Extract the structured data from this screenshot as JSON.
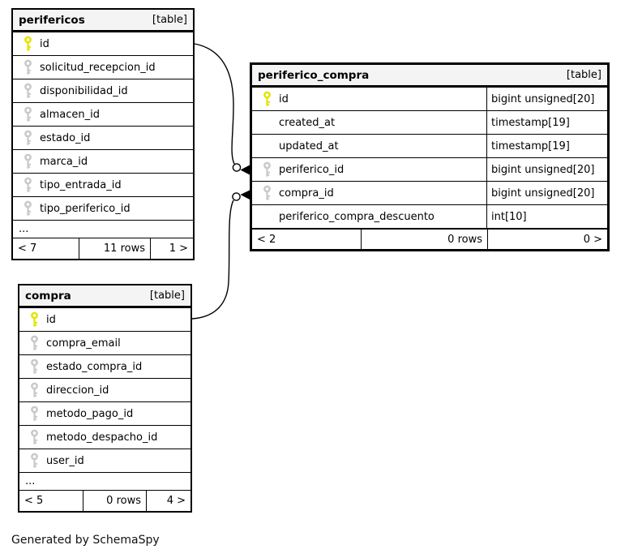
{
  "diagram": {
    "generated_note": "Generated by SchemaSpy",
    "colors": {
      "primary_key": "#e4e400",
      "foreign_key": "#c9c9c9",
      "header_bg": "#f4f4f4",
      "border": "#000000"
    },
    "icons": {
      "primary_key": "yellow-key-icon",
      "foreign_key": "gray-key-icon"
    }
  },
  "tables": {
    "perifericos": {
      "title": "perifericos",
      "badge": "[table]",
      "columns": [
        {
          "name": "id",
          "key": "primary"
        },
        {
          "name": "solicitud_recepcion_id",
          "key": "foreign"
        },
        {
          "name": "disponibilidad_id",
          "key": "foreign"
        },
        {
          "name": "almacen_id",
          "key": "foreign"
        },
        {
          "name": "estado_id",
          "key": "foreign"
        },
        {
          "name": "marca_id",
          "key": "foreign"
        },
        {
          "name": "tipo_entrada_id",
          "key": "foreign"
        },
        {
          "name": "tipo_periferico_id",
          "key": "foreign"
        }
      ],
      "ellipsis": "...",
      "footer": {
        "prev": "< 7",
        "rows": "11 rows",
        "next": "1 >"
      }
    },
    "periferico_compra": {
      "title": "periferico_compra",
      "badge": "[table]",
      "columns": [
        {
          "name": "id",
          "key": "primary",
          "type": "bigint unsigned[20]"
        },
        {
          "name": "created_at",
          "key": "none",
          "type": "timestamp[19]"
        },
        {
          "name": "updated_at",
          "key": "none",
          "type": "timestamp[19]"
        },
        {
          "name": "periferico_id",
          "key": "foreign",
          "type": "bigint unsigned[20]"
        },
        {
          "name": "compra_id",
          "key": "foreign",
          "type": "bigint unsigned[20]"
        },
        {
          "name": "periferico_compra_descuento",
          "key": "none",
          "type": "int[10]"
        }
      ],
      "footer": {
        "prev": "< 2",
        "rows": "0 rows",
        "next": "0 >"
      }
    },
    "compra": {
      "title": "compra",
      "badge": "[table]",
      "columns": [
        {
          "name": "id",
          "key": "primary"
        },
        {
          "name": "compra_email",
          "key": "foreign"
        },
        {
          "name": "estado_compra_id",
          "key": "foreign"
        },
        {
          "name": "direccion_id",
          "key": "foreign"
        },
        {
          "name": "metodo_pago_id",
          "key": "foreign"
        },
        {
          "name": "metodo_despacho_id",
          "key": "foreign"
        },
        {
          "name": "user_id",
          "key": "foreign"
        }
      ],
      "ellipsis": "...",
      "footer": {
        "prev": "< 5",
        "rows": "0 rows",
        "next": "4 >"
      }
    }
  },
  "relationships": [
    {
      "from": "perifericos.id",
      "to": "periferico_compra.periferico_id"
    },
    {
      "from": "compra.id",
      "to": "periferico_compra.compra_id"
    }
  ]
}
